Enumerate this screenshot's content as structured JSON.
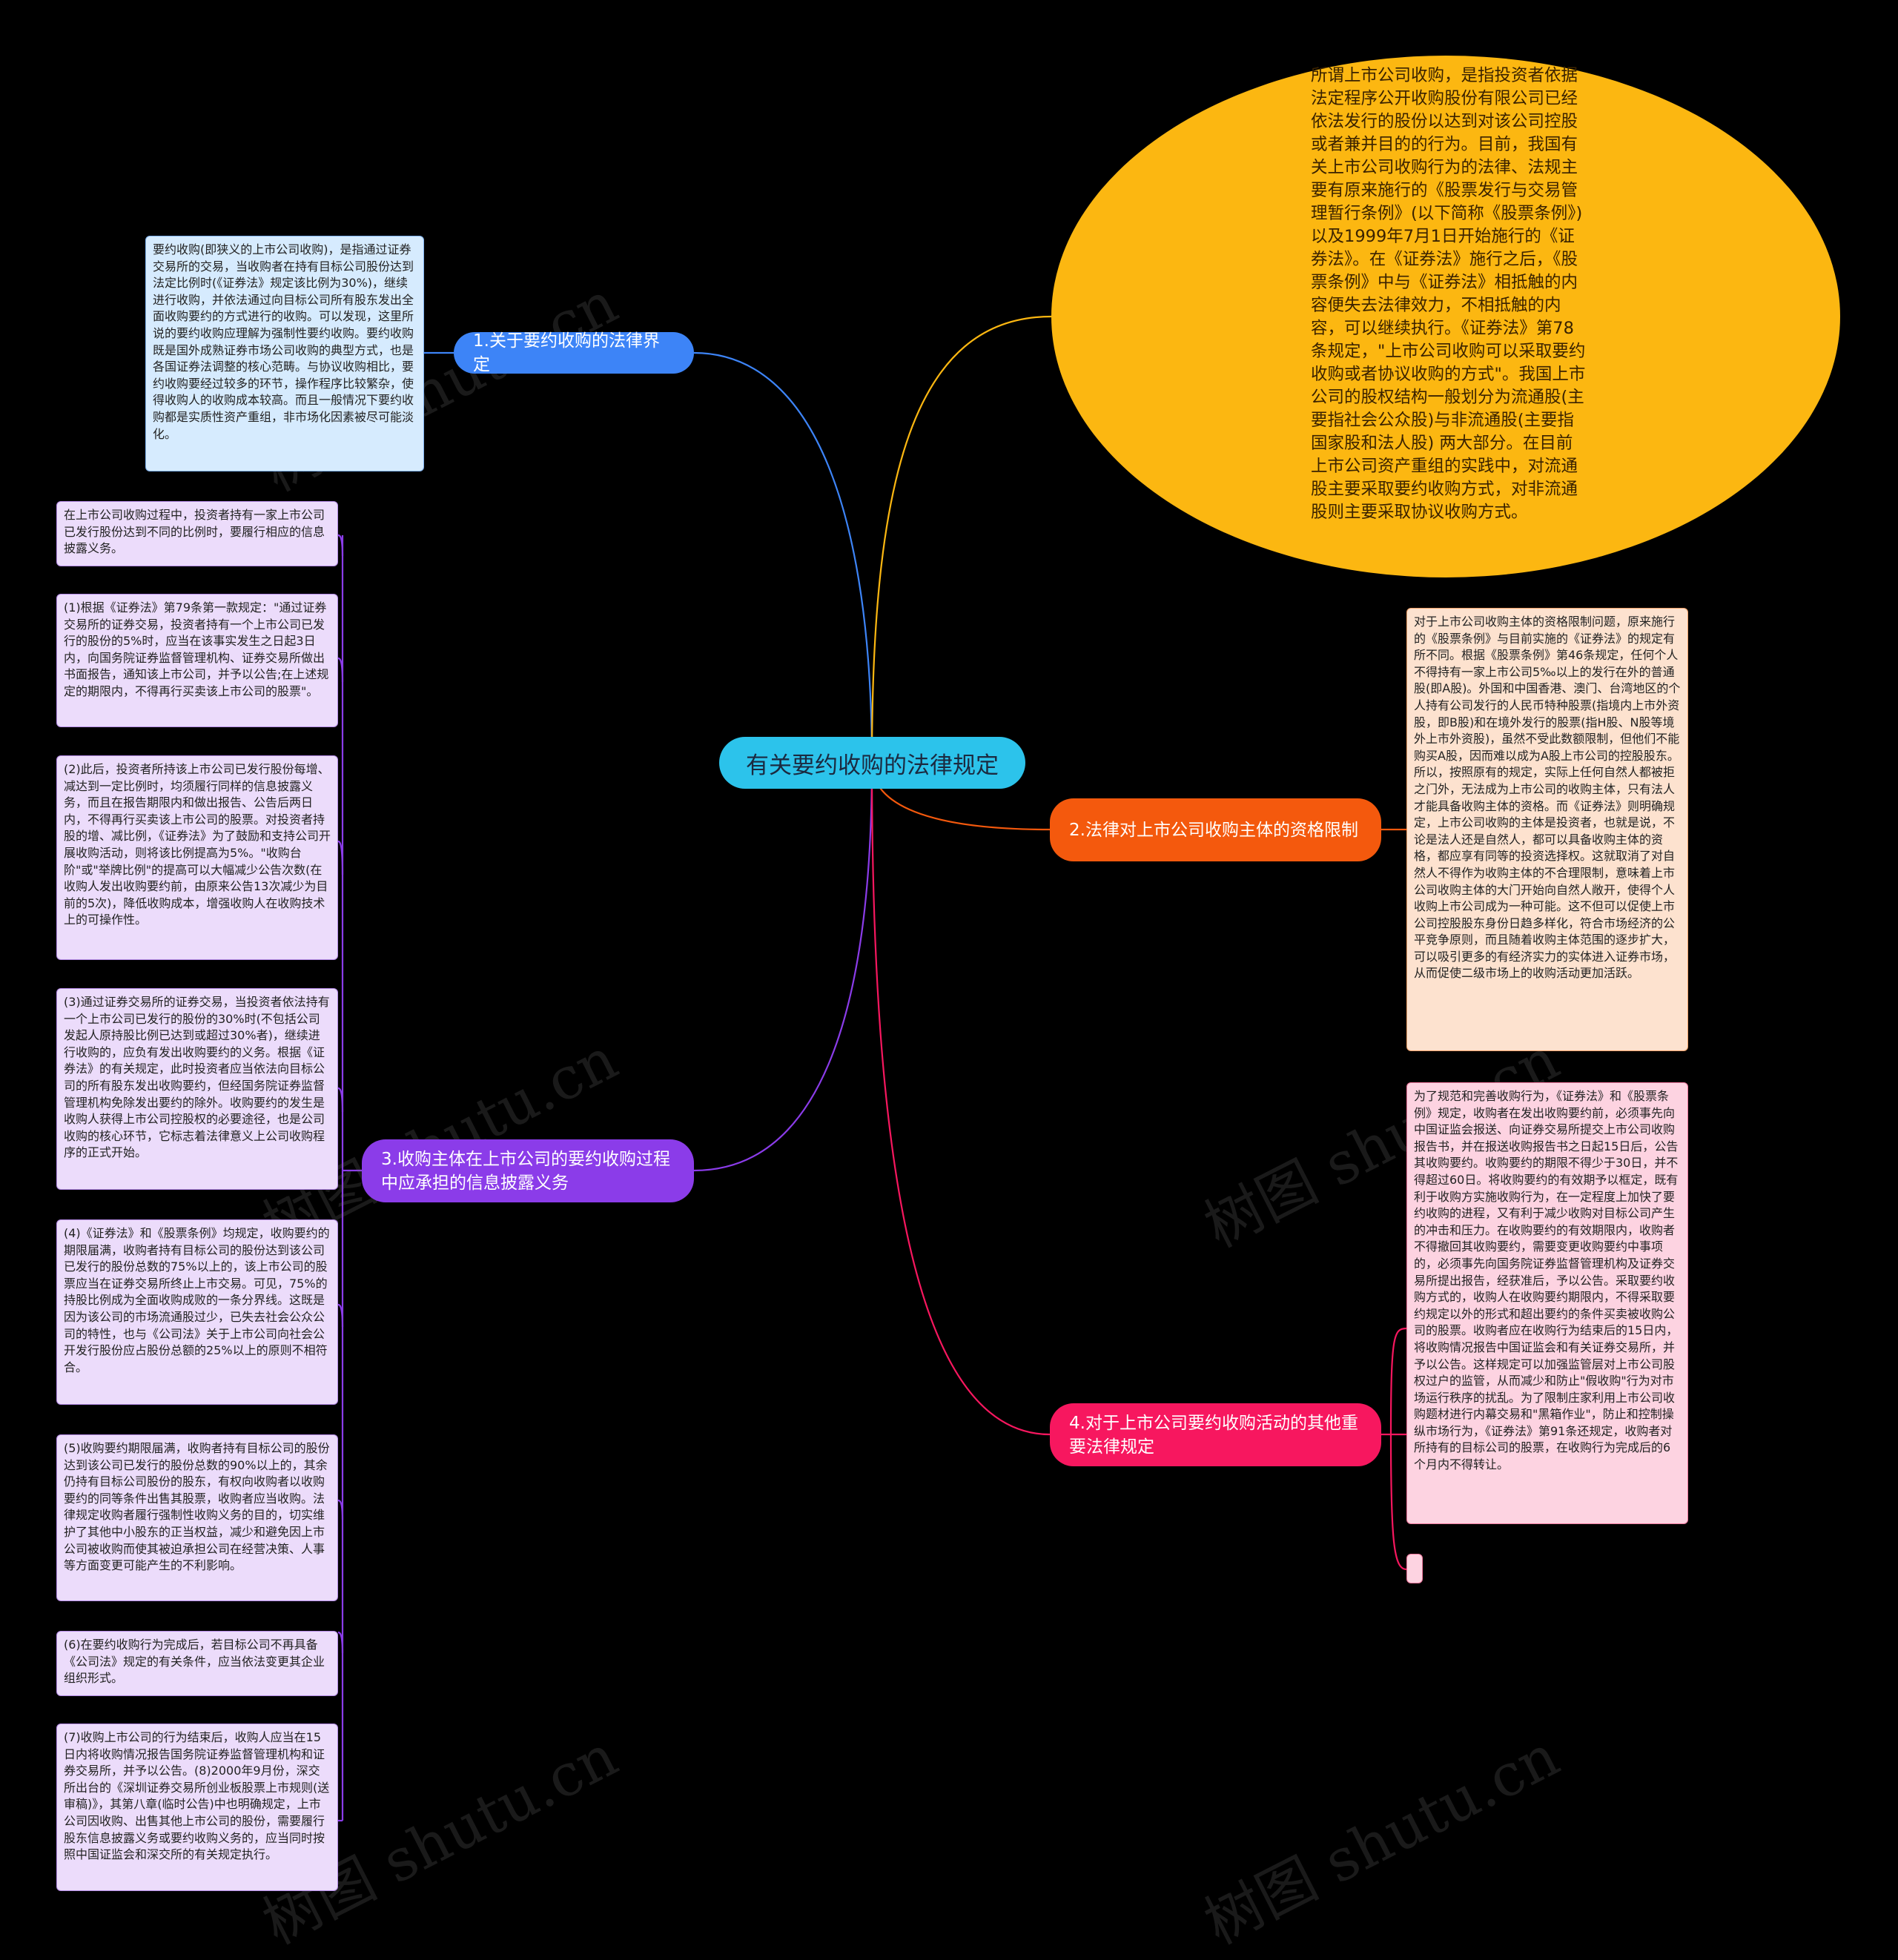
{
  "root": {
    "label": "有关要约收购的法律规定"
  },
  "branches": [
    {
      "label": "1.关于要约收购的法律界定",
      "color": "#3d84f7"
    },
    {
      "label": "2.法律对上市公司收购主体的资格限制",
      "color": "#f4590d"
    },
    {
      "label": "3.收购主体在上市公司的要约收购过程中应承担的信息披露义务",
      "color": "#8b3ce9"
    },
    {
      "label": "4.对于上市公司要约收购活动的其他重要法律规定",
      "color": "#f7175f"
    }
  ],
  "ellipse_text": "所谓上市公司收购，是指投资者依据法定程序公开收购股份有限公司已经依法发行的股份以达到对该公司控股或者兼并目的的行为。目前，我国有关上市公司收购行为的法律、法规主要有原来施行的《股票发行与交易管理暂行条例》(以下简称《股票条例》)以及1999年7月1日开始施行的《证券法》。在《证券法》施行之后，《股票条例》中与《证券法》相抵触的内容便失去法律效力，不相抵触的内容，可以继续执行。《证券法》第78条规定，\"上市公司收购可以采取要约收购或者协议收购的方式\"。我国上市公司的股权结构一般划分为流通股(主要指社会公众股)与非流通股(主要指国家股和法人股) 两大部分。在目前上市公司资产重组的实践中，对流通股主要采取要约收购方式，对非流通股则主要采取协议收购方式。",
  "leaf_b1": "要约收购(即狭义的上市公司收购)，是指通过证券交易所的交易，当收购者在持有目标公司股份达到法定比例时(《证券法》规定该比例为30%)，继续进行收购，并依法通过向目标公司所有股东发出全面收购要约的方式进行的收购。可以发现，这里所说的要约收购应理解为强制性要约收购。要约收购既是国外成熟证券市场公司收购的典型方式，也是各国证券法调整的核心范畴。与协议收购相比，要约收购要经过较多的环节，操作程序比较繁杂，使得收购人的收购成本较高。而且一般情况下要约收购都是实质性资产重组，非市场化因素被尽可能淡化。",
  "leaf_b2": "对于上市公司收购主体的资格限制问题，原来施行的《股票条例》与目前实施的《证券法》的规定有所不同。根据《股票条例》第46条规定，任何个人不得持有一家上市公司5‰以上的发行在外的普通股(即A股)。外国和中国香港、澳门、台湾地区的个人持有公司发行的人民币特种股票(指境内上市外资股，即B股)和在境外发行的股票(指H股、N股等境外上市外资股)，虽然不受此数额限制，但他们不能购买A股，因而难以成为A股上市公司的控股股东。所以，按照原有的规定，实际上任何自然人都被拒之门外，无法成为上市公司的收购主体，只有法人才能具备收购主体的资格。而《证券法》则明确规定，上市公司收购的主体是投资者，也就是说，不论是法人还是自然人，都可以具备收购主体的资格，都应享有同等的投资选择权。这就取消了对自然人不得作为收购主体的不合理限制，意味着上市公司收购主体的大门开始向自然人敞开，使得个人收购上市公司成为一种可能。这不但可以促使上市公司控股股东身份日趋多样化，符合市场经济的公平竞争原则，而且随着收购主体范围的逐步扩大，可以吸引更多的有经济实力的实体进入证券市场，从而促使二级市场上的收购活动更加活跃。",
  "leaves_b3": [
    "在上市公司收购过程中，投资者持有一家上市公司已发行股份达到不同的比例时，要履行相应的信息披露义务。",
    "(1)根据《证券法》第79条第一款规定：\"通过证券交易所的证券交易，投资者持有一个上市公司已发行的股份的5%时，应当在该事实发生之日起3日内，向国务院证券监督管理机构、证券交易所做出书面报告，通知该上市公司，并予以公告;在上述规定的期限内，不得再行买卖该上市公司的股票\"。",
    "(2)此后，投资者所持该上市公司已发行股份每增、减达到一定比例时，均须履行同样的信息披露义务，而且在报告期限内和做出报告、公告后两日内，不得再行买卖该上市公司的股票。对投资者持股的增、减比例，《证券法》为了鼓励和支持公司开展收购活动，则将该比例提高为5%。\"收购台阶\"或\"举牌比例\"的提高可以大幅减少公告次数(在收购人发出收购要约前，由原来公告13次减少为目前的5次)，降低收购成本，增强收购人在收购技术上的可操作性。",
    "(3)通过证券交易所的证券交易，当投资者依法持有一个上市公司已发行的股份的30%时(不包括公司发起人原持股比例已达到或超过30%者)，继续进行收购的，应负有发出收购要约的义务。根据《证券法》的有关规定，此时投资者应当依法向目标公司的所有股东发出收购要约，但经国务院证券监督管理机构免除发出要约的除外。收购要约的发生是收购人获得上市公司控股权的必要途径，也是公司收购的核心环节，它标志着法律意义上公司收购程序的正式开始。",
    "(4)《证券法》和《股票条例》均规定，收购要约的期限届满，收购者持有目标公司的股份达到该公司已发行的股份总数的75%以上的，该上市公司的股票应当在证券交易所终止上市交易。可见，75%的持股比例成为全面收购成败的一条分界线。这既是因为该公司的市场流通股过少，已失去社会公众公司的特性，也与《公司法》关于上市公司向社会公开发行股份应占股份总额的25%以上的原则不相符合。",
    "(5)收购要约期限届满，收购者持有目标公司的股份达到该公司已发行的股份总数的90%以上的，其余仍持有目标公司股份的股东，有权向收购者以收购要约的同等条件出售其股票，收购者应当收购。法律规定收购者履行强制性收购义务的目的，切实维护了其他中小股东的正当权益，减少和避免因上市公司被收购而使其被迫承担公司在经营决策、人事等方面变更可能产生的不利影响。",
    "(6)在要约收购行为完成后，若目标公司不再具备《公司法》规定的有关条件，应当依法变更其企业组织形式。",
    "(7)收购上市公司的行为结束后，收购人应当在15日内将收购情况报告国务院证券监督管理机构和证券交易所，并予以公告。(8)2000年9月份，深交所出台的《深圳证券交易所创业板股票上市规则(送审稿)》，其第八章(临时公告)中也明确规定，上市公司因收购、出售其他上市公司的股份，需要履行股东信息披露义务或要约收购义务的，应当同时按照中国证监会和深交所的有关规定执行。"
  ],
  "leaf_b4": "为了规范和完善收购行为，《证券法》和《股票条例》规定，收购者在发出收购要约前，必须事先向中国证监会报送、向证券交易所提交上市公司收购报告书，并在报送收购报告书之日起15日后，公告其收购要约。收购要约的期限不得少于30日，并不得超过60日。将收购要约的有效期予以框定，既有利于收购方实施收购行为，在一定程度上加快了要约收购的进程，又有利于减少收购对目标公司产生的冲击和压力。在收购要约的有效期限内，收购者不得撤回其收购要约，需要变更收购要约中事项的，必须事先向国务院证券监督管理机构及证券交易所提出报告，经获准后，予以公告。采取要约收购方式的，收购人在收购要约期限内，不得采取要约规定以外的形式和超出要约的条件买卖被收购公司的股票。收购者应在收购行为结束后的15日内，将收购情况报告中国证监会和有关证券交易所，并予以公告。这样规定可以加强监管层对上市公司股权过户的监管，从而减少和防止\"假收购\"行为对市场运行秩序的扰乱。为了限制庄家利用上市公司收购题材进行内幕交易和\"黑箱作业\"，防止和控制操纵市场行为，《证券法》第91条还规定，收购者对所持有的目标公司的股票，在收购行为完成后的6个月内不得转让。",
  "watermark": "树图 shutu.cn"
}
